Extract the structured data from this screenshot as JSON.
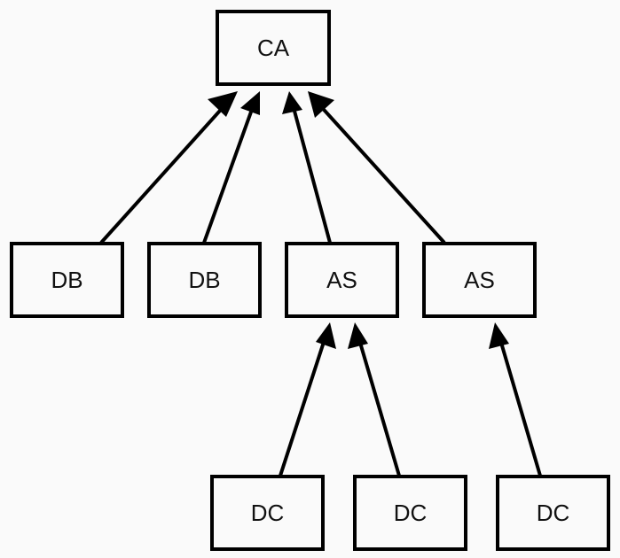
{
  "nodes": {
    "ca": "CA",
    "db1": "DB",
    "db2": "DB",
    "as1": "AS",
    "as2": "AS",
    "dc1": "DC",
    "dc2": "DC",
    "dc3": "DC"
  },
  "edges": [
    {
      "from": "db1",
      "to": "ca"
    },
    {
      "from": "db2",
      "to": "ca"
    },
    {
      "from": "as1",
      "to": "ca"
    },
    {
      "from": "as2",
      "to": "ca"
    },
    {
      "from": "dc1",
      "to": "as1"
    },
    {
      "from": "dc2",
      "to": "as1"
    },
    {
      "from": "dc3",
      "to": "as2"
    }
  ],
  "colors": {
    "stroke": "#000000",
    "background": "#fafafa"
  }
}
